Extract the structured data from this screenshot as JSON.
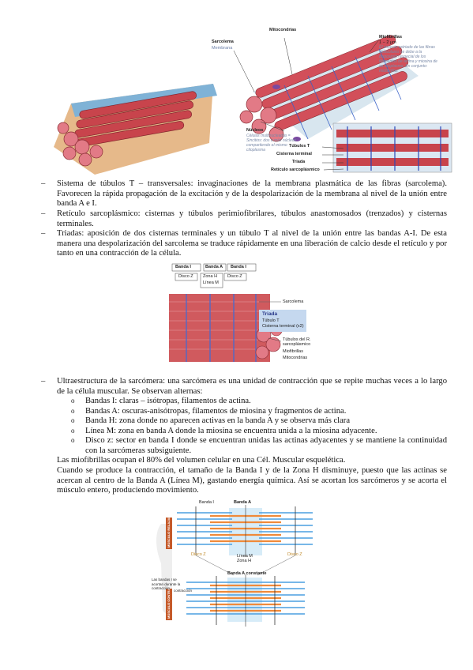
{
  "figure1": {
    "labels": {
      "mitocondrias": "Mitocondrias",
      "sarcolema": "Sarcolema",
      "membrana": "Membrana",
      "miofibrillas": "Miofibrillas",
      "size": "1 − 2 μm",
      "note_right": "El aspecto estriado de las fibras musculares se debe a la disposición especial de los filamentos de actina y miosina de su citoplasma. En conjunto: miofibrillas",
      "nucleos": "Núcleos",
      "note_left": "Células multinucleadas = Sincitios: dos o más núcleos compartiendo el mismo citoplasma",
      "tubulos_t": "Túbulos T",
      "cisterna_terminal": "Cisterna terminal",
      "triada": "Triada",
      "reticulo": "Retículo sarcoplásmico"
    }
  },
  "bullets1": [
    "Sistema de túbulos T – transversales: invaginaciones de la membrana plasmática de las fibras (sarcolema). Favorecen la rápida propagación de la excitación y de la despolarización de la membrana al nivel de  la unión entre banda A e I.",
    "Retículo sarcoplásmico: cisternas y túbulos perimiofibrilares, túbulos anastomosados (trenzados) y cisternas terminales.",
    "Triadas: aposición de dos cisternas terminales y un túbulo T al nivel de la unión entre las bandas A-I. De esta manera una despolarización del sarcolema se traduce rápidamente en una liberación de calcio desde el retículo y por tanto en una contracción de la célula."
  ],
  "figure2": {
    "labels": {
      "banda_i_left": "Banda I",
      "banda_a": "Banda A",
      "banda_i_right": "Banda I",
      "disco_z_left": "Disco Z",
      "zona_h": "Zona H",
      "linea_m": "Línea M",
      "disco_z_right": "Disco Z",
      "sarcolema": "Sarcolema",
      "triada": "Triada",
      "tubulo_t": "Túbulo T",
      "cisterna": "Cisterna terminal (x2)",
      "tubulos_r": "Túbulos del R. sarcoplásmico",
      "miofibrillas": "Miofibrillas",
      "mitocondrias": "Mitocondrias"
    }
  },
  "bullets2": {
    "intro": "Ultraestructura de la sarcómera: una sarcómera es una unidad de contracción que se repite muchas veces a lo largo de la célula muscular. Se observan alternas:",
    "sub": [
      "Bandas I: claras – isótropas, filamentos de actina.",
      "Bandas A: oscuras-anisótropas, filamentos de miosina y fragmentos de actina.",
      "Banda H: zona donde no aparecen activas en la banda A y se observa más clara",
      "Línea M: zona en banda A donde la miosina se encuentra unida a la miosina adyacente.",
      "Disco z: sector en banda I donde se encuentran unidas las actinas adyacentes y se mantiene la continuidad con la sarcómeras subsiguiente."
    ],
    "para1": "Las miofibrillas ocupan el 80% del volumen celular en una Cél. Muscular esquelética.",
    "para2": "Cuando se produce la contracción, el tamaño de la Banda I y de la Zona H disminuye, puesto que las actinas se acercan al centro de la Banda A (Línea M), gastando energía química. Así se acortan los sarcómeros y se acorta el músculo entero, produciendo movimiento."
  },
  "figure3": {
    "labels": {
      "banda_i_top": "Banda I",
      "banda_a_top": "Banda A",
      "zona_h": "Zona H",
      "linea_m": "Línea M",
      "disco_z_left": "Disco Z",
      "disco_z_right": "Disco Z",
      "left_tag_top": "MÚSCULO RELAJADO",
      "left_tag_bottom": "MÚSCULO CONTRAÍDO",
      "note": "Las bandas I se acortan durante la contracción",
      "banda_a_bottom": "Banda A constante",
      "contraccion": "contracción"
    }
  },
  "colors": {
    "actin": "#4a9fe0",
    "myosin": "#f08a3a",
    "fiber_red": "#c8444c",
    "myo_pink": "#e27a86"
  }
}
